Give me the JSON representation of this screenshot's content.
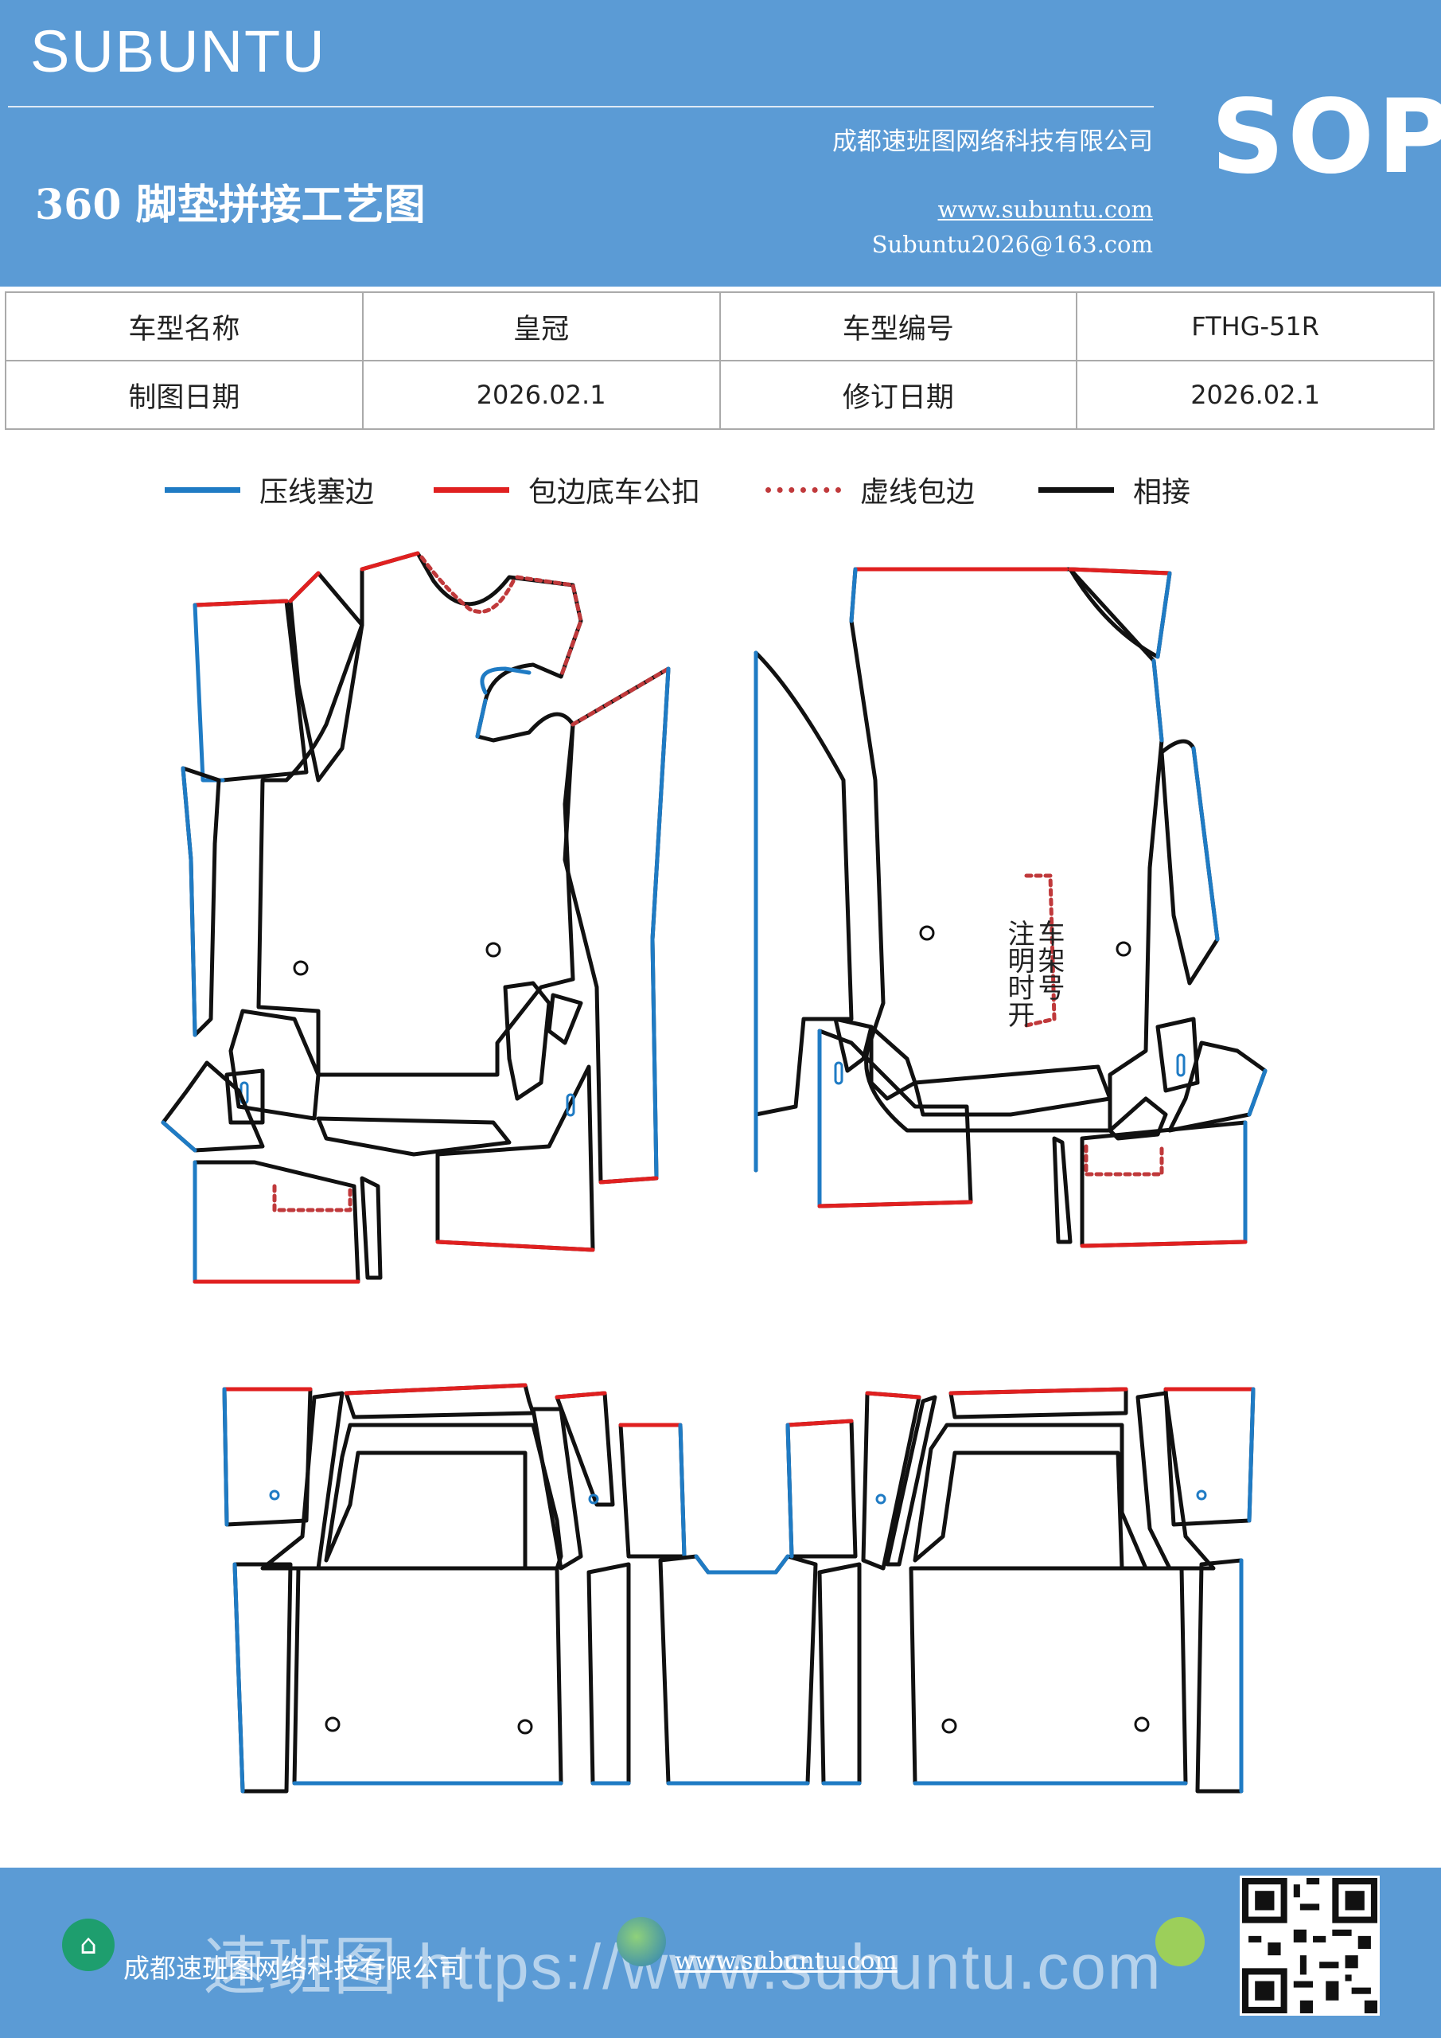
{
  "header": {
    "brand": "SUBUNTU",
    "sop": "SOP",
    "company": "成都速班图网络科技有限公司",
    "title": "360 脚垫拼接工艺图",
    "website": "www.subuntu.com",
    "email": "Subuntu2026@163.com"
  },
  "info_table": {
    "rows": [
      [
        "车型名称",
        "皇冠",
        "车型编号",
        "FTHG-51R"
      ],
      [
        "制图日期",
        "2026.02.1",
        "修订日期",
        "2026.02.1"
      ]
    ]
  },
  "legend": [
    {
      "label": "压线塞边",
      "color": "#1f7bc4",
      "style": "solid"
    },
    {
      "label": "包边底车公扣",
      "color": "#e02020",
      "style": "solid"
    },
    {
      "label": "虚线包边",
      "color": "#c0393b",
      "style": "dotted"
    },
    {
      "label": "相接",
      "color": "#111111",
      "style": "solid"
    }
  ],
  "drawing": {
    "note_lines": [
      "车架号",
      "注明时开"
    ],
    "colors": {
      "blue": "#1f7bc4",
      "red": "#e02020",
      "dashed": "#c0393b",
      "black": "#111111"
    }
  },
  "footer": {
    "company": "成都速班图网络科技有限公司",
    "watermark": "速班图 https://www.subuntu.com",
    "website": "www.subuntu.com"
  }
}
